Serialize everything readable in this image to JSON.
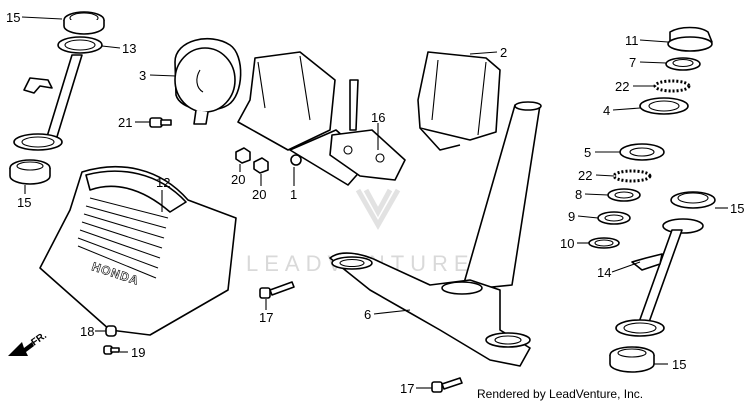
{
  "diagram": {
    "watermark": "LEADVENTURE",
    "credit": "Rendered by LeadVenture, Inc.",
    "direction_label": "FR.",
    "cover_logo": "HONDA",
    "callouts": [
      {
        "id": "c15a",
        "label": "15"
      },
      {
        "id": "c13",
        "label": "13"
      },
      {
        "id": "c3",
        "label": "3"
      },
      {
        "id": "c21",
        "label": "21"
      },
      {
        "id": "c2",
        "label": "2"
      },
      {
        "id": "c16",
        "label": "16"
      },
      {
        "id": "c11",
        "label": "11"
      },
      {
        "id": "c7",
        "label": "7"
      },
      {
        "id": "c22a",
        "label": "22"
      },
      {
        "id": "c4",
        "label": "4"
      },
      {
        "id": "c5",
        "label": "5"
      },
      {
        "id": "c22b",
        "label": "22"
      },
      {
        "id": "c8",
        "label": "8"
      },
      {
        "id": "c9",
        "label": "9"
      },
      {
        "id": "c10",
        "label": "10"
      },
      {
        "id": "c15b",
        "label": "15"
      },
      {
        "id": "c14",
        "label": "14"
      },
      {
        "id": "c15c",
        "label": "15"
      },
      {
        "id": "c15d",
        "label": "15"
      },
      {
        "id": "c12",
        "label": "12"
      },
      {
        "id": "c20a",
        "label": "20"
      },
      {
        "id": "c20b",
        "label": "20"
      },
      {
        "id": "c1",
        "label": "1"
      },
      {
        "id": "c17a",
        "label": "17"
      },
      {
        "id": "c6",
        "label": "6"
      },
      {
        "id": "c18",
        "label": "18"
      },
      {
        "id": "c19",
        "label": "19"
      },
      {
        "id": "c17b",
        "label": "17"
      }
    ]
  }
}
